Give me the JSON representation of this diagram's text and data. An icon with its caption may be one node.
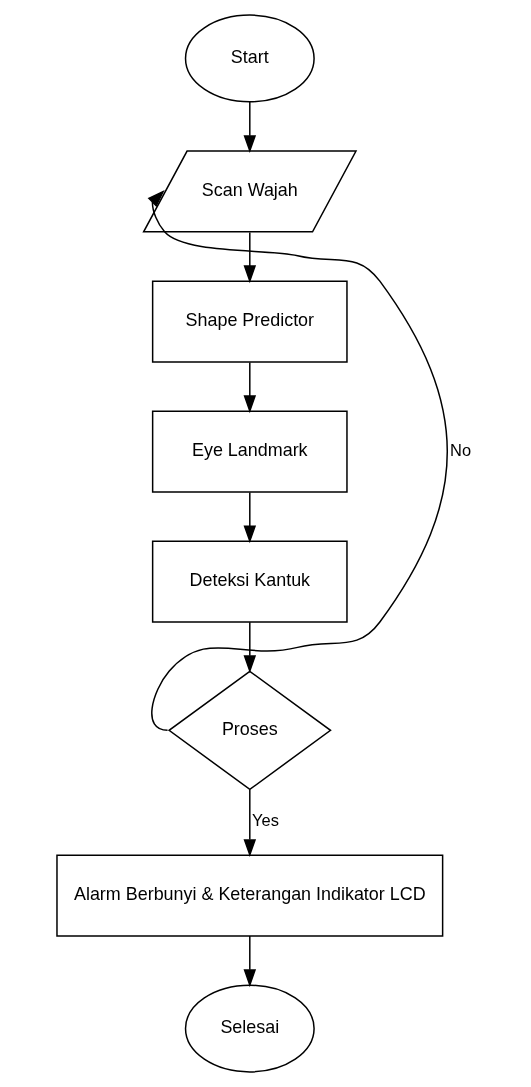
{
  "diagram": {
    "nodes": [
      {
        "text": [
          "Start"
        ]
      },
      {
        "text": [
          "Scan Wajah"
        ]
      },
      {
        "text": [
          "Shape Predictor"
        ]
      },
      {
        "text": [
          "Eye Landmark"
        ]
      },
      {
        "text": [
          "Deteksi Kantuk"
        ]
      },
      {
        "text": [
          "Proses"
        ]
      },
      {
        "text": [
          "Alarm Berbunyi & Keterangan Indikator LCD"
        ]
      },
      {
        "text": [
          "Selesai"
        ]
      }
    ],
    "edges": [
      {
        "from": 0,
        "to": 1,
        "arrow": "to"
      },
      {
        "from": 1,
        "to": 2,
        "arrow": "to"
      },
      {
        "from": 2,
        "to": 3,
        "arrow": "to"
      },
      {
        "from": 3,
        "to": 4,
        "arrow": "to"
      },
      {
        "from": 4,
        "to": 5,
        "arrow": "to"
      },
      {
        "from": 5,
        "to": 1,
        "arrow": "to",
        "label": "No"
      },
      {
        "from": 5,
        "to": 6,
        "arrow": "to",
        "label": "Yes"
      },
      {
        "from": 6,
        "to": 7,
        "arrow": "to"
      }
    ]
  }
}
